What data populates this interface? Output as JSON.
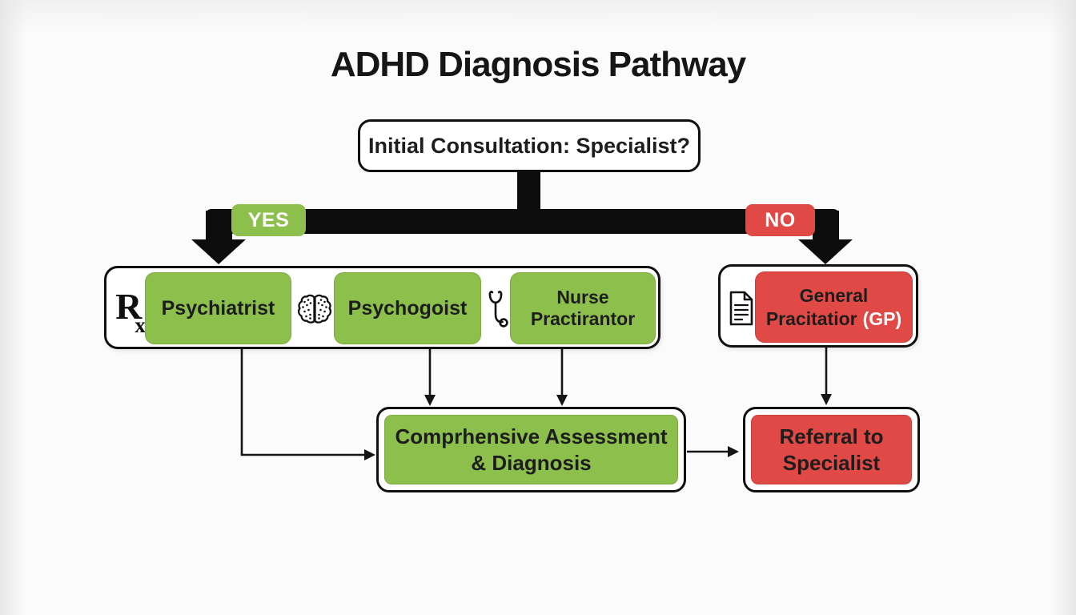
{
  "title": "ADHD Diagnosis Pathway",
  "decision_box": {
    "label": "Initial Consultation: Specialist?"
  },
  "branch_labels": {
    "yes": "YES",
    "no": "NO"
  },
  "specialist_group": {
    "items": [
      {
        "icon": "rx-prescription-icon",
        "label": "Psychiatrist"
      },
      {
        "icon": "brain-icon",
        "label": "Psychogoist"
      },
      {
        "icon": "stethoscope-icon",
        "label": "Nurse Practirantor"
      }
    ]
  },
  "gp_group": {
    "icon": "document-icon",
    "label_line1": "General",
    "label_line2": "Pracitatior",
    "gp_suffix": "(GP)"
  },
  "outcome_boxes": {
    "assessment": "Comprhensive Assessment & Diagnosis",
    "referral": "Referral to Specialist"
  },
  "icon_glyphs": {
    "rx_main": "R",
    "rx_sub": "x"
  },
  "colors": {
    "green": "#8dbf4c",
    "red": "#e04945",
    "ink": "#101010",
    "text": "#1d1d1d",
    "label-text": "#ffffff"
  }
}
